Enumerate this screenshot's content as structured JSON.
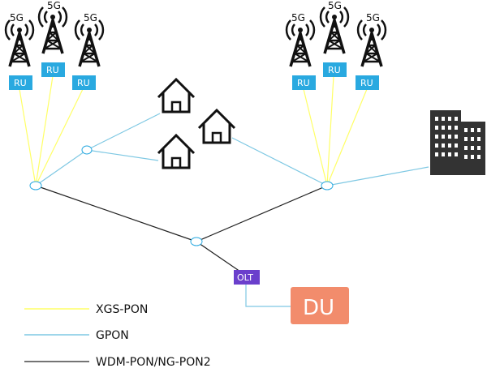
{
  "colors": {
    "xgs_pon": "#ffff66",
    "gpon": "#7ec8e3",
    "wdm_pon": "#222222",
    "ru_box": "#29a9e0",
    "olt_box": "#6a3fcc",
    "du_box": "#f28c6c",
    "node": "#29a9e0"
  },
  "labels": {
    "five_g": "5G",
    "ru": "RU",
    "olt": "OLT",
    "du": "DU"
  },
  "legend": [
    {
      "label": "XGS-PON"
    },
    {
      "label": "GPON"
    },
    {
      "label": "WDM-PON/NG-PON2"
    }
  ]
}
